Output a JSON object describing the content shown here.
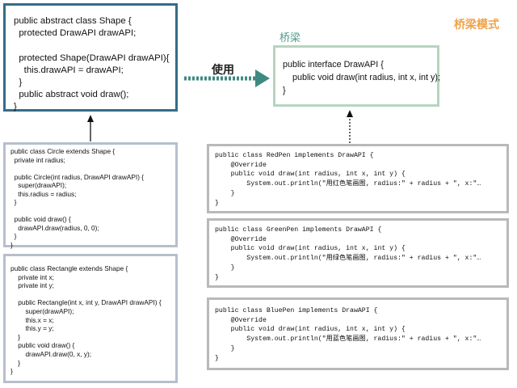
{
  "title": "桥梁模式",
  "bridge_label": "桥梁",
  "use_label": "使用",
  "colors": {
    "title": "#efa24a",
    "bridge_label": "#4d9a8a",
    "shape_border": "#356c88",
    "drawapi_border": "#b6d4c0",
    "concrete_border": "#b7bfcc",
    "pen_border": "#b9b9b9",
    "arrow": "#3f8a80"
  },
  "shape_code": "public abstract class Shape {\n  protected DrawAPI drawAPI;\n\n  protected Shape(DrawAPI drawAPI){\n    this.drawAPI = drawAPI;\n  }\n  public abstract void draw();\n}",
  "drawapi_code": "public interface DrawAPI {\n    public void draw(int radius, int x, int y);\n}",
  "circle_code": "public class Circle extends Shape {\n  private int radius;\n\n  public Circle(int radius, DrawAPI drawAPI) {\n    super(drawAPI);\n    this.radius = radius;\n  }\n\n  public void draw() {\n    drawAPI.draw(radius, 0, 0);\n  }\n}",
  "rectangle_code": "public class Rectangle extends Shape {\n    private int x;\n    private int y;\n\n    public Rectangle(int x, int y, DrawAPI drawAPI) {\n        super(drawAPI);\n        this.x = x;\n        this.y = y;\n    }\n    public void draw() {\n        drawAPI.draw(0, x, y);\n    }\n}",
  "redpen_code": "public class RedPen implements DrawAPI {\n    @Override\n    public void draw(int radius, int x, int y) {\n        System.out.println(\"用红色笔画图, radius:\" + radius + \", x:\"…\n    }\n}",
  "greenpen_code": "public class GreenPen implements DrawAPI {\n    @Override\n    public void draw(int radius, int x, int y) {\n        System.out.println(\"用绿色笔画图, radius:\" + radius + \", x:\"…\n    }\n}",
  "bluepen_code": "public class BluePen implements DrawAPI {\n    @Override\n    public void draw(int radius, int x, int y) {\n        System.out.println(\"用蓝色笔画图, radius:\" + radius + \", x:\"…\n    }\n}"
}
